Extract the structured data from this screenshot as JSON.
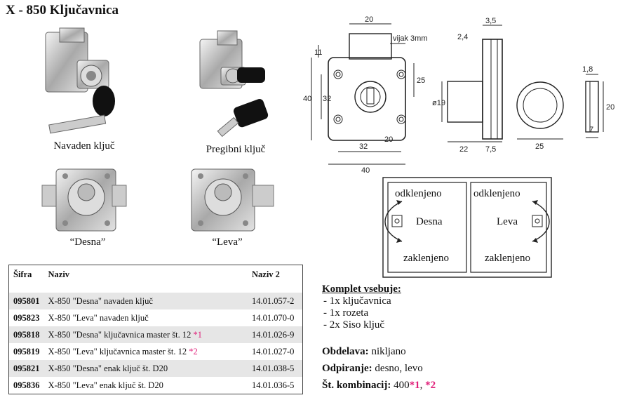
{
  "title": "X - 850 Ključavnica",
  "photos": {
    "navaden": "Navaden ključ",
    "pregibni": "Pregibni ključ",
    "desna": "“Desna”",
    "leva": "“Leva”"
  },
  "drawing": {
    "dims": {
      "d20_top": "20",
      "d11": "11",
      "vijak": "vijak 3mm",
      "d25": "25",
      "d40_v": "40",
      "d32_v": "32",
      "d32_h": "32",
      "d20_mid": "20",
      "d40_h": "40",
      "d24": "2,4",
      "d35": "3,5",
      "d19": "ø19",
      "d22": "22",
      "d75": "7,5",
      "d25_ros": "25",
      "d18": "1,8",
      "d20_ros": "20",
      "d7": "7"
    }
  },
  "schema": {
    "left": {
      "top": "odklenjeno",
      "side": "Desna",
      "bottom": "zaklenjeno"
    },
    "right": {
      "top": "odklenjeno",
      "side": "Leva",
      "bottom": "zaklenjeno"
    }
  },
  "table": {
    "headers": {
      "code": "Šifra",
      "name": "Naziv",
      "name2": "Naziv 2"
    },
    "rows": [
      {
        "code": "095801",
        "name": "X-850 \"Desna\" navaden ključ",
        "star": "",
        "name2": "14.01.057-2"
      },
      {
        "code": "095823",
        "name": "X-850 \"Leva\" navaden ključ",
        "star": "",
        "name2": "14.01.070-0"
      },
      {
        "code": "095818",
        "name": "X-850 \"Desna\" ključavnica master št. 12 ",
        "star": "*1",
        "name2": "14.01.026-9"
      },
      {
        "code": "095819",
        "name": "X-850 \"Leva\" ključavnica master št. 12 ",
        "star": "*2",
        "name2": "14.01.027-0"
      },
      {
        "code": "095821",
        "name": "X-850 \"Desna\" enak ključ št. D20",
        "star": "",
        "name2": "14.01.038-5"
      },
      {
        "code": "095836",
        "name": "X-850 \"Leva\" enak ključ št. D20",
        "star": "",
        "name2": "14.01.036-5"
      }
    ]
  },
  "kit": {
    "title": "Komplet vsebuje:",
    "items": [
      "- 1x ključavnica",
      "- 1x rozeta",
      "- 2x Siso ključ"
    ]
  },
  "specs": {
    "obdelava_label": "Obdelava:",
    "obdelava_value": " nikljano",
    "odpiranje_label": "Odpiranje:",
    "odpiranje_value": " desno, levo",
    "komb_label": "Št. kombinacij:",
    "komb_value": " 400",
    "komb_star1": "*1",
    "komb_sep": ", ",
    "komb_star2": "*2"
  },
  "colors": {
    "accent": "#e0207a",
    "row_shade": "#e6e6e6"
  }
}
